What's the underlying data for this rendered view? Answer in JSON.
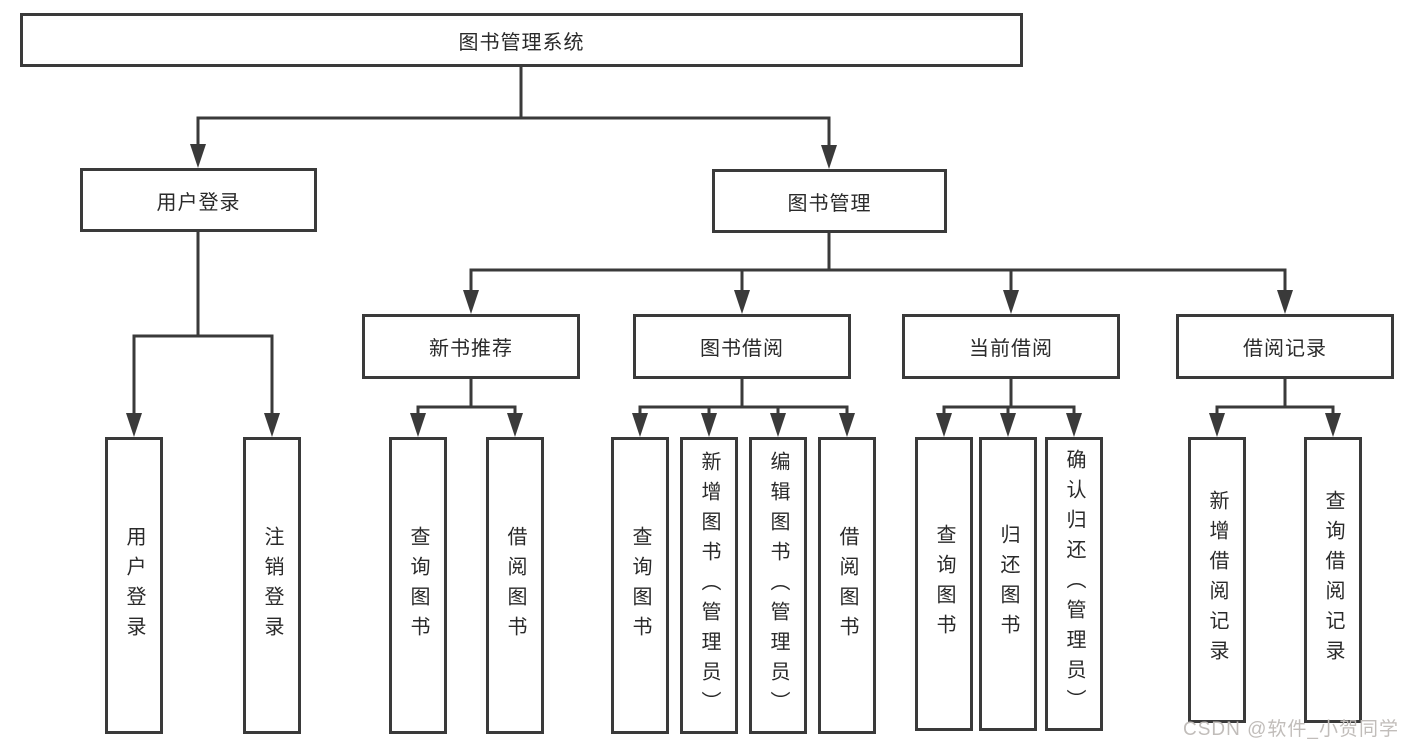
{
  "diagram": {
    "title": "图书管理系统",
    "branches": [
      {
        "label": "用户登录",
        "children": [
          "用户登录",
          "注销登录"
        ]
      },
      {
        "label": "图书管理",
        "sections": [
          {
            "label": "新书推荐",
            "children": [
              "查询图书",
              "借阅图书"
            ]
          },
          {
            "label": "图书借阅",
            "children": [
              "查询图书",
              "新增图书（管理员）",
              "编辑图书（管理员）",
              "借阅图书"
            ]
          },
          {
            "label": "当前借阅",
            "children": [
              "查询图书",
              "归还图书",
              "确认归还（管理员）"
            ]
          },
          {
            "label": "借阅记录",
            "children": [
              "新增借阅记录",
              "查询借阅记录"
            ]
          }
        ]
      }
    ],
    "colors": {
      "line": "#3a3a3a",
      "text": "#2a2a2a",
      "background": "#ffffff"
    }
  },
  "watermark": {
    "text": "CSDN @软件_小贺同学",
    "color": "#c1bdba"
  }
}
